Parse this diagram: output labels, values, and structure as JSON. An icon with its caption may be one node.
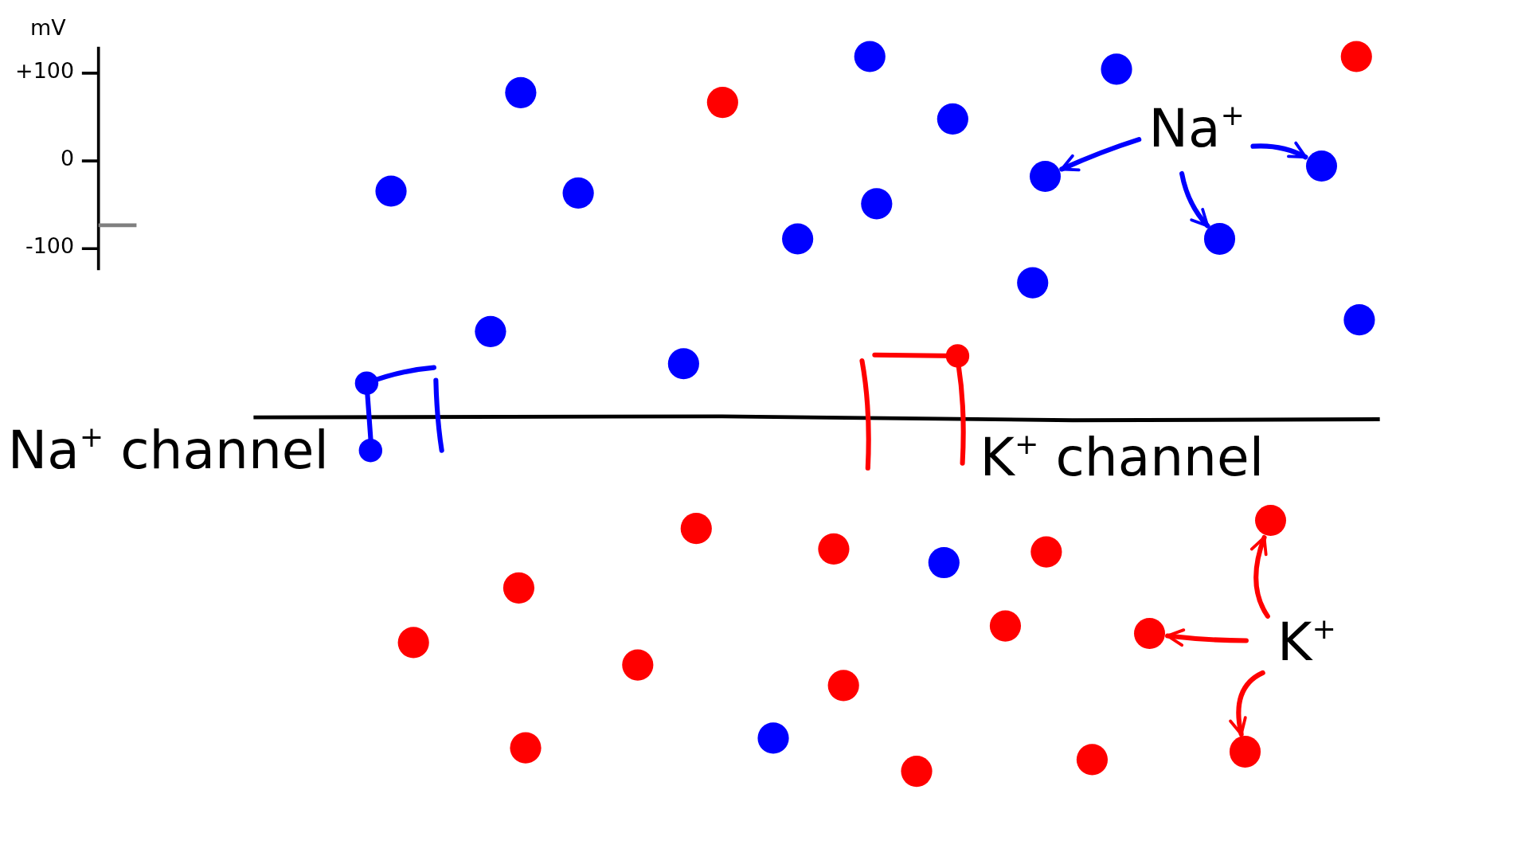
{
  "diagram": {
    "nodes": [
      {
        "text": [
          "Na$^{+}$"
        ]
      },
      {
        "text": [],
        "shape": "circle"
      },
      {
        "text": [],
        "shape": "circle"
      },
      {
        "text": [],
        "shape": "circle"
      },
      {
        "text": [
          "K$^{+}$"
        ]
      },
      {
        "text": [],
        "shape": "circle"
      },
      {
        "text": [],
        "shape": "circle"
      },
      {
        "text": [],
        "shape": "circle"
      }
    ],
    "edges": [
      {
        "from": 0,
        "to": 1,
        "arrow": "to",
        "color": "#0000ff"
      },
      {
        "from": 0,
        "to": 2,
        "arrow": "to",
        "color": "#0000ff"
      },
      {
        "from": 0,
        "to": 3,
        "arrow": "to",
        "color": "#0000ff"
      },
      {
        "from": 4,
        "to": 5,
        "arrow": "to",
        "color": "#ff0000"
      },
      {
        "from": 4,
        "to": 6,
        "arrow": "to",
        "color": "#ff0000"
      },
      {
        "from": 4,
        "to": 7,
        "arrow": "to",
        "color": "#ff0000"
      }
    ],
    "labels": [
      "mV",
      "+100",
      "0",
      "-100",
      "Na$^{+}$ channel",
      "K$^{+}$ channel"
    ]
  }
}
